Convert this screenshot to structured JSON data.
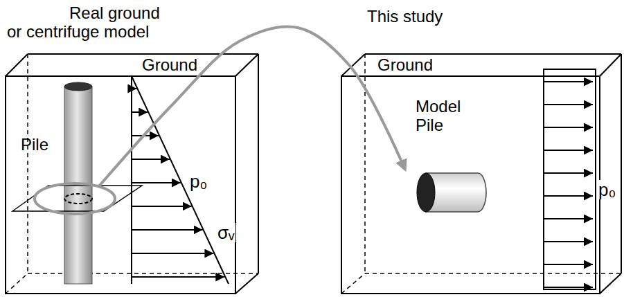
{
  "diagram": {
    "nodes": [
      {
        "text": [
          "Real ground or centrifuge model",
          "Ground"
        ]
      },
      {
        "text": [
          "Pile"
        ],
        "in": 0
      },
      {
        "text": [
          "This study",
          "Ground"
        ]
      },
      {
        "text": [
          "Model Pile"
        ],
        "in": 2
      }
    ],
    "edges": [
      {
        "from": 1,
        "to": 3,
        "arrow": "to"
      }
    ],
    "labels": [
      "p₀",
      "σᵥ",
      "p₀"
    ]
  }
}
